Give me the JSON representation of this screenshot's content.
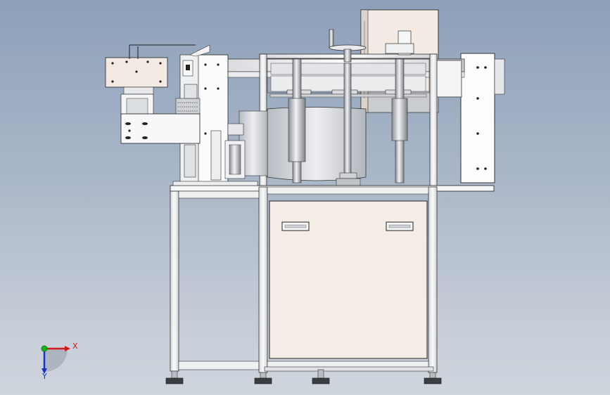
{
  "view": {
    "background_top": "#8da0ba",
    "background_bottom": "#cfd5dd",
    "model_description": "machine-assembly-front-view"
  },
  "triad": {
    "x_label": "X",
    "y_label": "Y",
    "x_color": "#d11919",
    "y_color": "#1b2fc7",
    "z_color": "#17b31a"
  }
}
